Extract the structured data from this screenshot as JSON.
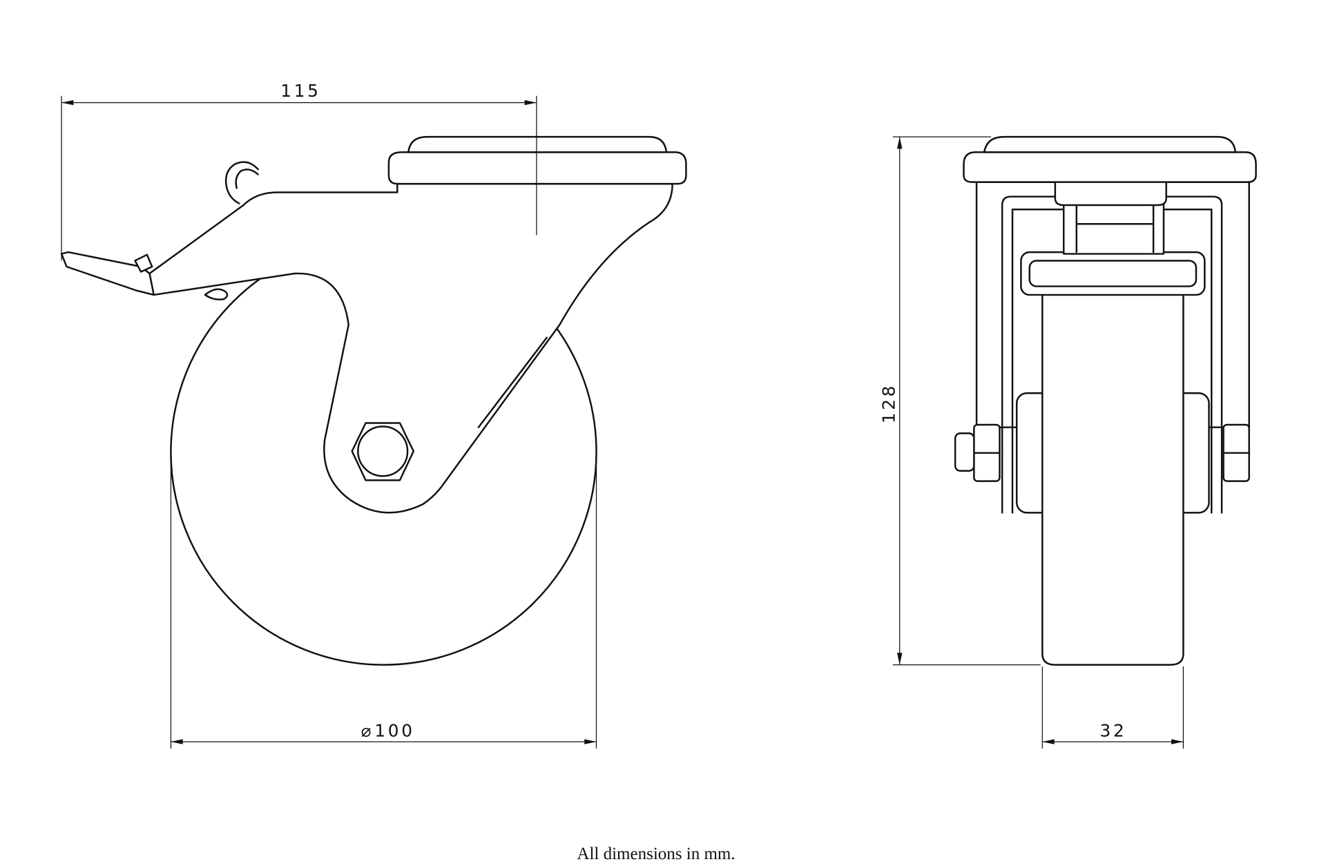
{
  "title": "Swivel castor with brake - technical drawing",
  "dimensions": {
    "overall_width": "115",
    "wheel_diameter": "100",
    "diameter_symbol": "⌀",
    "overall_height": "128",
    "wheel_width": "32"
  },
  "footnote": "All dimensions in mm.",
  "colors": {
    "line": "#111111",
    "background": "#ffffff"
  }
}
